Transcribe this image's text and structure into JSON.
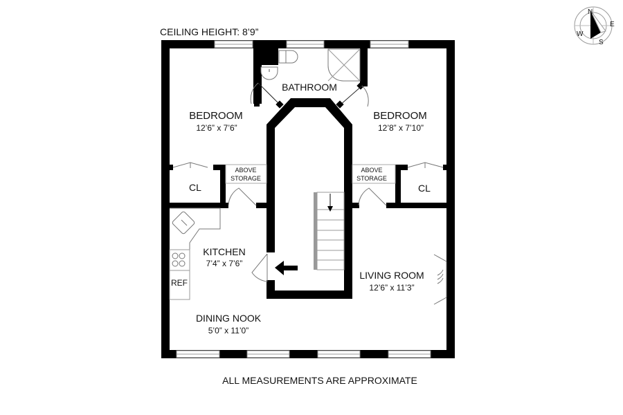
{
  "header": {
    "ceiling_height": "CEILING HEIGHT: 8’9”"
  },
  "footer": {
    "note": "ALL MEASUREMENTS ARE APPROXIMATE"
  },
  "compass": {
    "n": "N",
    "e": "E",
    "s": "S",
    "w": "W"
  },
  "rooms": {
    "bathroom": {
      "name": "BATHROOM"
    },
    "bedroom_left": {
      "name": "BEDROOM",
      "size": "12’6” x 7’6”"
    },
    "bedroom_right": {
      "name": "BEDROOM",
      "size": "12’8” x 7’10”"
    },
    "closet_left": {
      "name": "CL"
    },
    "closet_right": {
      "name": "CL"
    },
    "storage_left": {
      "line1": "ABOVE",
      "line2": "STORAGE"
    },
    "storage_right": {
      "line1": "ABOVE",
      "line2": "STORAGE"
    },
    "kitchen": {
      "name": "KITCHEN",
      "size": "7’4” x 7’6”"
    },
    "ref": {
      "name": "REF"
    },
    "living_room": {
      "name": "LIVING ROOM",
      "size": "12’6” x 11’3”"
    },
    "dining_nook": {
      "name": "DINING NOOK",
      "size": "5’0” x 11’0”"
    }
  }
}
